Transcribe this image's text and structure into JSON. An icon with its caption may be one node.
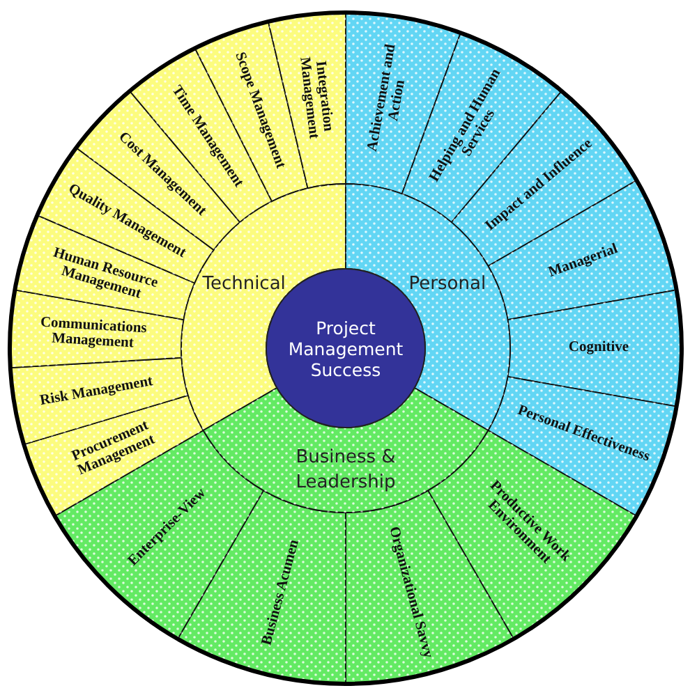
{
  "diagram": {
    "nodes": [
      {
        "text": [
          "Project Management Success"
        ]
      },
      {
        "text": [
          "Technical"
        ]
      },
      {
        "text": [
          "Personal"
        ]
      },
      {
        "text": [
          "Business & Leadership"
        ]
      },
      {
        "text": [
          "Achievement and Action"
        ]
      },
      {
        "text": [
          "Helping and Human Services"
        ]
      },
      {
        "text": [
          "Impact and Influence"
        ]
      },
      {
        "text": [
          "Managerial"
        ]
      },
      {
        "text": [
          "Cognitive"
        ]
      },
      {
        "text": [
          "Personal Effectiveness"
        ]
      },
      {
        "text": [
          "Productive Work Environment"
        ]
      },
      {
        "text": [
          "Organizational Savvy"
        ]
      },
      {
        "text": [
          "Business Acumen"
        ]
      },
      {
        "text": [
          "Enterprise-View"
        ]
      },
      {
        "text": [
          "Procurement Management"
        ]
      },
      {
        "text": [
          "Risk Management"
        ]
      },
      {
        "text": [
          "Communications Management"
        ]
      },
      {
        "text": [
          "Human Resource Management"
        ]
      },
      {
        "text": [
          "Quality Management"
        ]
      },
      {
        "text": [
          "Cost Management"
        ]
      },
      {
        "text": [
          "Time Management"
        ]
      },
      {
        "text": [
          "Scope Management"
        ]
      },
      {
        "text": [
          "Integration Management"
        ]
      }
    ]
  }
}
